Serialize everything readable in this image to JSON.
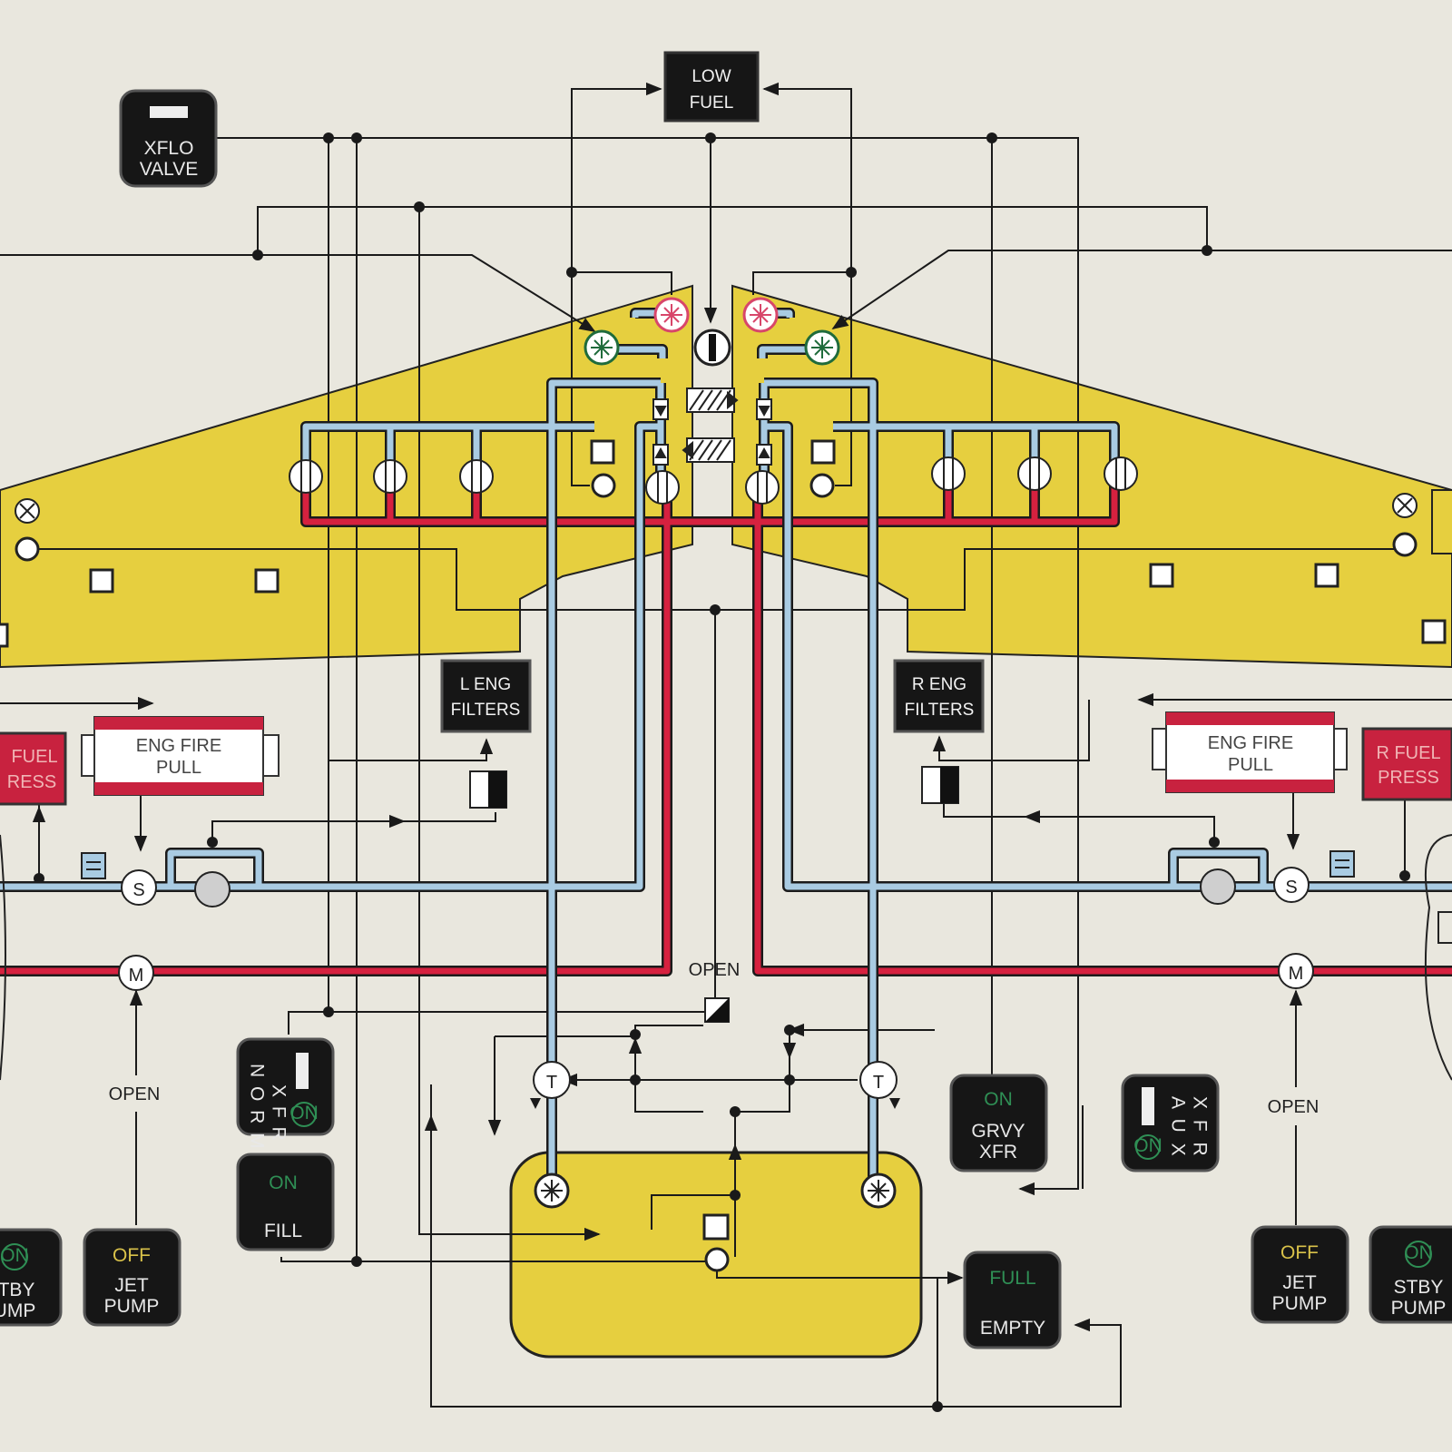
{
  "annunciators": {
    "low_fuel": {
      "line1": "LOW",
      "line2": "FUEL"
    },
    "xflo_valve": {
      "line1": "XFLO",
      "line2": "VALVE"
    },
    "l_eng_filters": {
      "line1": "L ENG",
      "line2": "FILTERS"
    },
    "r_eng_filters": {
      "line1": "R ENG",
      "line2": "FILTERS"
    },
    "l_fuel_press": {
      "line1": "FUEL",
      "line2": "RESS"
    },
    "r_fuel_press": {
      "line1": "R FUEL",
      "line2": "PRESS"
    },
    "l_eng_fire": {
      "line1": "ENG FIRE",
      "line2": "PULL"
    },
    "r_eng_fire": {
      "line1": "ENG FIRE",
      "line2": "PULL"
    }
  },
  "switches": {
    "norm_xfr": {
      "left": "N O R M",
      "right": "X F R",
      "on": "ON"
    },
    "fill": {
      "on": "ON",
      "label": "FILL"
    },
    "grvy_xfr": {
      "on": "ON",
      "line1": "GRVY",
      "line2": "XFR"
    },
    "aux_xfr": {
      "left": "A U X",
      "right": "X F R",
      "on": "ON"
    },
    "full_empty": {
      "top": "FULL",
      "bottom": "EMPTY"
    },
    "l_jet_pump": {
      "state": "OFF",
      "line1": "JET",
      "line2": "PUMP"
    },
    "r_jet_pump": {
      "state": "OFF",
      "line1": "JET",
      "line2": "PUMP"
    },
    "l_stby_pump": {
      "on": "ON",
      "line1": "TBY",
      "line2": "UMP"
    },
    "r_stby_pump": {
      "on": "ON",
      "line1": "STBY",
      "line2": "PUMP"
    }
  },
  "labels": {
    "open_left": "OPEN",
    "open_center": "OPEN",
    "open_right": "OPEN",
    "s": "S",
    "m": "M",
    "t": "T"
  },
  "colors": {
    "background": "#e9e7de",
    "wing_tank": "#e6cf3f",
    "motive_flow_line": "#a9cbe2",
    "fuel_feed_line": "#d6213f",
    "annunciator_black": "#161616"
  }
}
